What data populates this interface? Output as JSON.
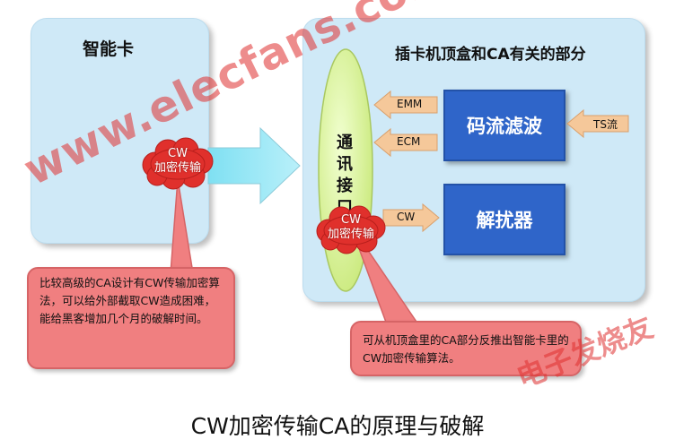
{
  "left_panel": {
    "title": "智能卡"
  },
  "right_panel": {
    "title": "插卡机顶盒和CA有关的部分"
  },
  "interface": {
    "label": "通讯接口"
  },
  "blocks": {
    "descrambler_filter": "码流滤波",
    "descrambler": "解扰器"
  },
  "arrows": {
    "emm": "EMM",
    "ecm": "ECM",
    "ts": "TS流",
    "cw": "CW"
  },
  "clouds": {
    "left": {
      "line1": "CW",
      "line2": "加密传输"
    },
    "right": {
      "line1": "CW",
      "line2": "加密传输"
    }
  },
  "callouts": {
    "left": "比较高级的CA设计有CW传输加密算法，可以给外部截取CW造成困难，能给黑客增加几个月的破解时间。",
    "right": "可从机顶盒里的CA部分反推出智能卡里的CW加密传输算法。"
  },
  "caption": "CW加密传输CA的原理与破解",
  "watermarks": {
    "site": "www.elecfans.com",
    "brand": "电子发烧友"
  },
  "colors": {
    "panel": "#cfe9f7",
    "block": "#2f65c9",
    "ellipse": "#d9f29a",
    "callout": "#f07f80",
    "cloud": "#e0302c",
    "arrow": "#f5c89a"
  }
}
